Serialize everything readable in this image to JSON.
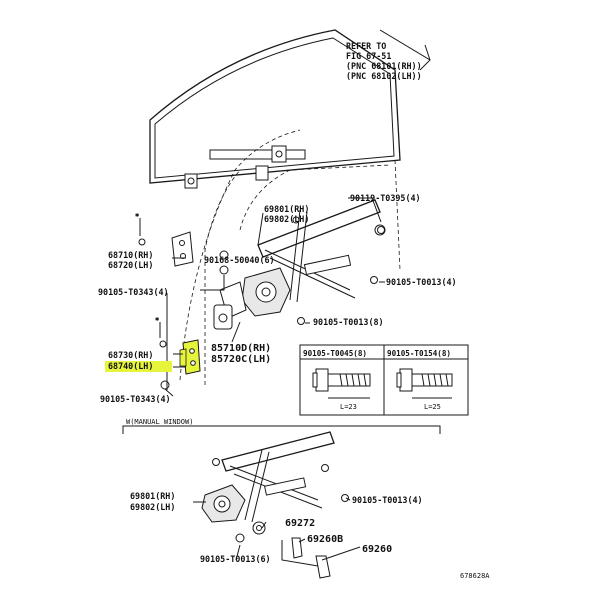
{
  "refer_note": {
    "line1": "REFER TO",
    "line2": "FIG 67-51",
    "line3": "(PNC 68101(RH))",
    "line4": "(PNC 68102(LH))"
  },
  "labels": {
    "p90119": "90119-T0395(4)",
    "p69801_top": "69801(RH)",
    "p69802_top": "69802(LH)",
    "p68710": "68710(RH)",
    "p68720": "68720(LH)",
    "p90168": "90168-50040(6)",
    "p90105_t0343_a": "90105-T0343(4)",
    "p90105_t0013_a": "90105-T0013(4)",
    "p90105_t0013_b": "90105-T0013(8)",
    "p68730": "68730(RH)",
    "p68740": "68740(LH)",
    "p85710": "85710D(RH)",
    "p85720": "85720C(LH)",
    "p90105_t0343_b": "90105-T0343(4)",
    "manual_window": "W(MANUAL WINDOW)",
    "p69801_bot": "69801(RH)",
    "p69802_bot": "69802(LH)",
    "p90105_t0013_c": "90105-T0013(4)",
    "p69272": "69272",
    "p69260b": "69260B",
    "p69260": "69260",
    "p90105_t0013_d": "90105-T0013(6)",
    "figure_id": "678628A"
  },
  "fastener_table": {
    "col1_header": "90105-T0045(8)",
    "col2_header": "90105-T0154(8)",
    "col1_length": "L=23",
    "col2_length": "L=25"
  },
  "colors": {
    "highlight": "#e6f53c",
    "line": "#1a1a1a"
  }
}
